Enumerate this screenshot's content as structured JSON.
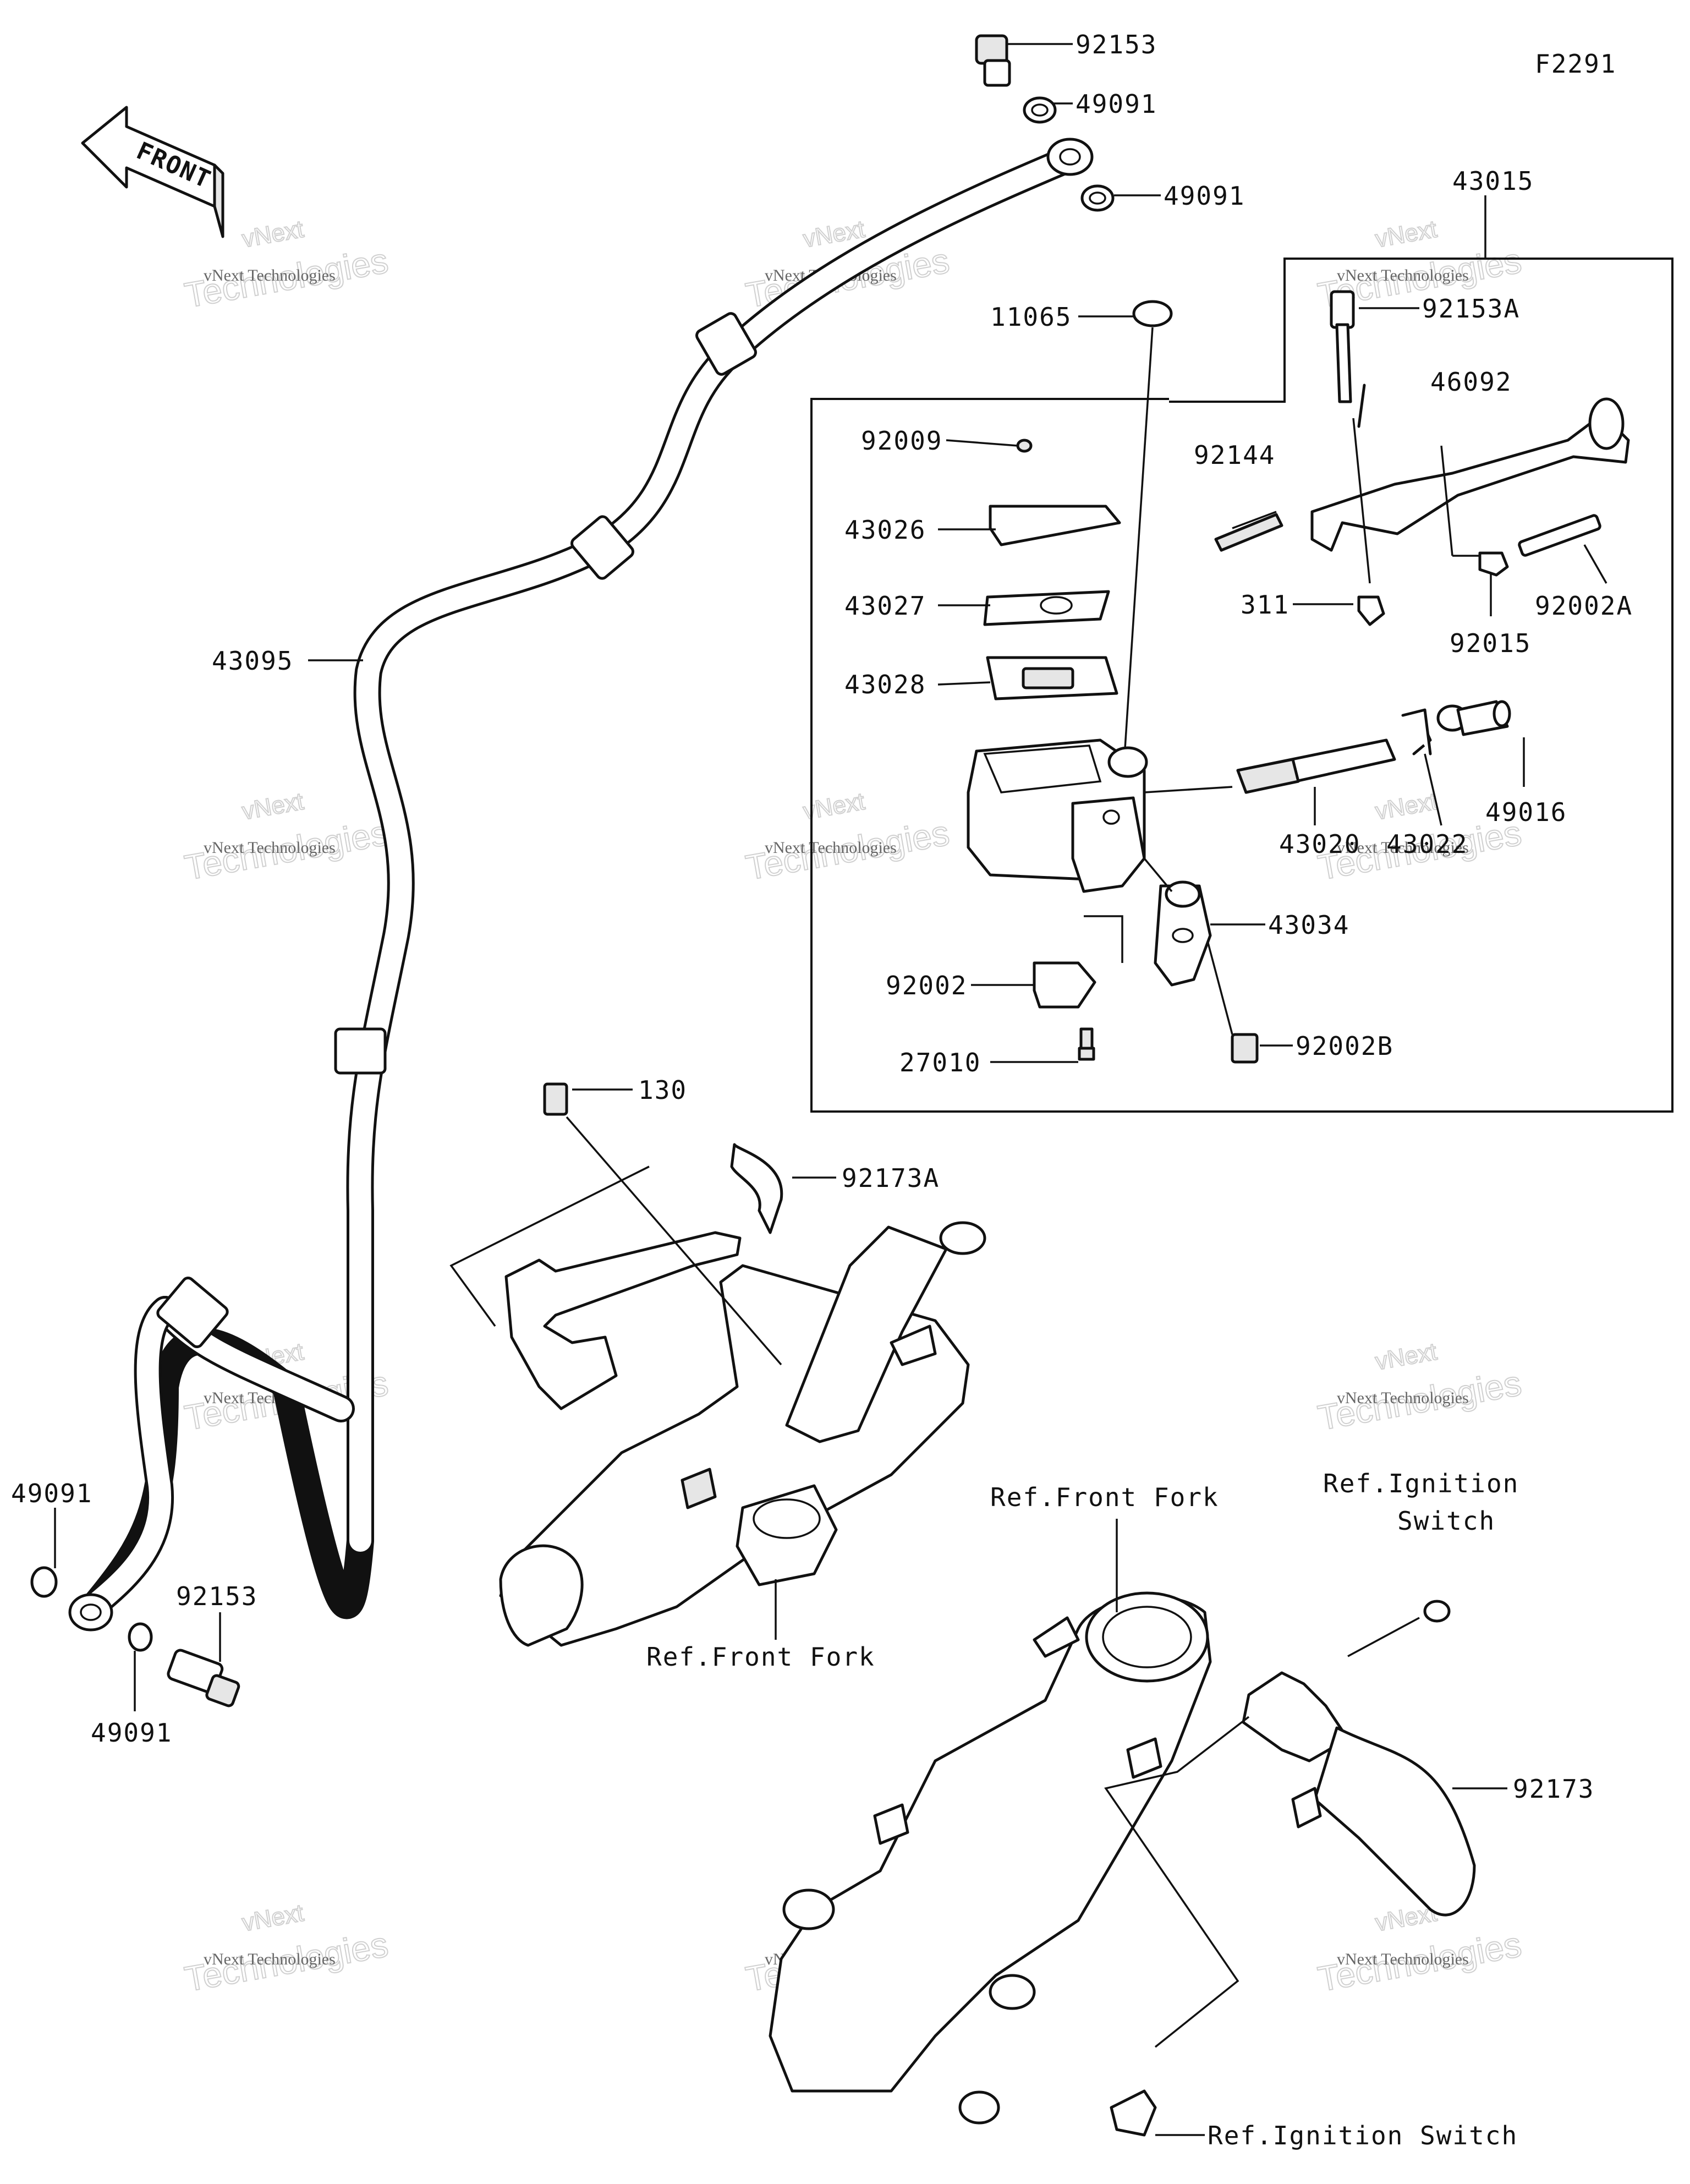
{
  "figure_code": "F2291",
  "front_arrow_text": "FRONT",
  "watermark": {
    "line1": "vNext Technologies",
    "line2": "vNext",
    "line3": "Technologies"
  },
  "labels": [
    {
      "id": "92153-top",
      "text": "92153"
    },
    {
      "id": "49091-a",
      "text": "49091"
    },
    {
      "id": "49091-b",
      "text": "49091"
    },
    {
      "id": "43015",
      "text": "43015"
    },
    {
      "id": "92153A",
      "text": "92153A"
    },
    {
      "id": "11065",
      "text": "11065"
    },
    {
      "id": "46092",
      "text": "46092"
    },
    {
      "id": "92009",
      "text": "92009"
    },
    {
      "id": "92144",
      "text": "92144"
    },
    {
      "id": "43026",
      "text": "43026"
    },
    {
      "id": "43027",
      "text": "43027"
    },
    {
      "id": "311",
      "text": "311"
    },
    {
      "id": "92002A",
      "text": "92002A"
    },
    {
      "id": "92015",
      "text": "92015"
    },
    {
      "id": "43095",
      "text": "43095"
    },
    {
      "id": "43028",
      "text": "43028"
    },
    {
      "id": "49016",
      "text": "49016"
    },
    {
      "id": "43020",
      "text": "43020"
    },
    {
      "id": "43022",
      "text": "43022"
    },
    {
      "id": "43034",
      "text": "43034"
    },
    {
      "id": "92002",
      "text": "92002"
    },
    {
      "id": "92002B",
      "text": "92002B"
    },
    {
      "id": "27010",
      "text": "27010"
    },
    {
      "id": "130",
      "text": "130"
    },
    {
      "id": "92173A",
      "text": "92173A"
    },
    {
      "id": "49091-c",
      "text": "49091"
    },
    {
      "id": "92153-bottom",
      "text": "92153"
    },
    {
      "id": "49091-d",
      "text": "49091"
    },
    {
      "id": "ref-front-fork-a",
      "text": "Ref.Front Fork"
    },
    {
      "id": "ref-front-fork-b",
      "text": "Ref.Front Fork"
    },
    {
      "id": "ref-ignition-a-1",
      "text": "Ref.Ignition"
    },
    {
      "id": "ref-ignition-a-2",
      "text": "Switch"
    },
    {
      "id": "92173",
      "text": "92173"
    },
    {
      "id": "ref-ignition-b",
      "text": "Ref.Ignition Switch"
    }
  ]
}
